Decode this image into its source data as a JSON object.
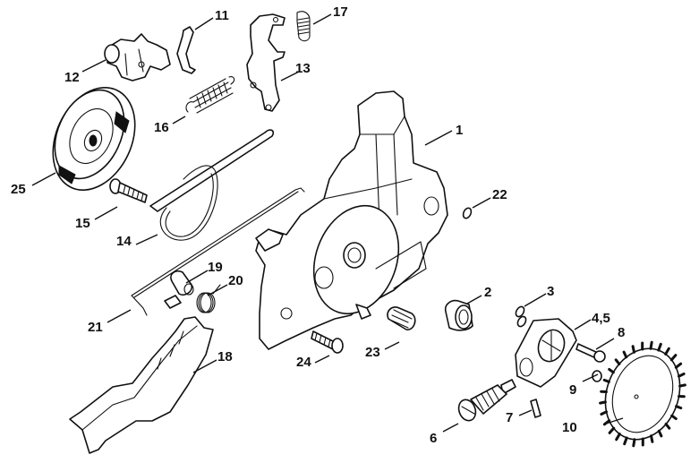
{
  "diagram": {
    "type": "exploded-parts-view",
    "callouts": [
      {
        "id": "1",
        "label": "1",
        "part": "crankcase"
      },
      {
        "id": "2",
        "label": "2",
        "part": "bushing"
      },
      {
        "id": "3",
        "label": "3",
        "part": "o-rings"
      },
      {
        "id": "4,5",
        "label": "4,5",
        "part": "oil-pump-body"
      },
      {
        "id": "6",
        "label": "6",
        "part": "worm-shaft"
      },
      {
        "id": "7",
        "label": "7",
        "part": "pin"
      },
      {
        "id": "8",
        "label": "8",
        "part": "screw"
      },
      {
        "id": "9",
        "label": "9",
        "part": "washer"
      },
      {
        "id": "10",
        "label": "10",
        "part": "sprocket-gear"
      },
      {
        "id": "11",
        "label": "11",
        "part": "clip"
      },
      {
        "id": "12",
        "label": "12",
        "part": "bell-crank"
      },
      {
        "id": "13",
        "label": "13",
        "part": "lever"
      },
      {
        "id": "14",
        "label": "14",
        "part": "brake-band"
      },
      {
        "id": "15",
        "label": "15",
        "part": "screw"
      },
      {
        "id": "16",
        "label": "16",
        "part": "tension-spring"
      },
      {
        "id": "17",
        "label": "17",
        "part": "tension-spring-small"
      },
      {
        "id": "18",
        "label": "18",
        "part": "hand-guard"
      },
      {
        "id": "19",
        "label": "19",
        "part": "bushing-collar"
      },
      {
        "id": "20",
        "label": "20",
        "part": "torsion-spring"
      },
      {
        "id": "21",
        "label": "21",
        "part": "rod"
      },
      {
        "id": "22",
        "label": "22",
        "part": "o-ring"
      },
      {
        "id": "23",
        "label": "23",
        "part": "filter-screen"
      },
      {
        "id": "24",
        "label": "24",
        "part": "screw"
      },
      {
        "id": "25",
        "label": "25",
        "part": "clutch-drum"
      }
    ]
  }
}
